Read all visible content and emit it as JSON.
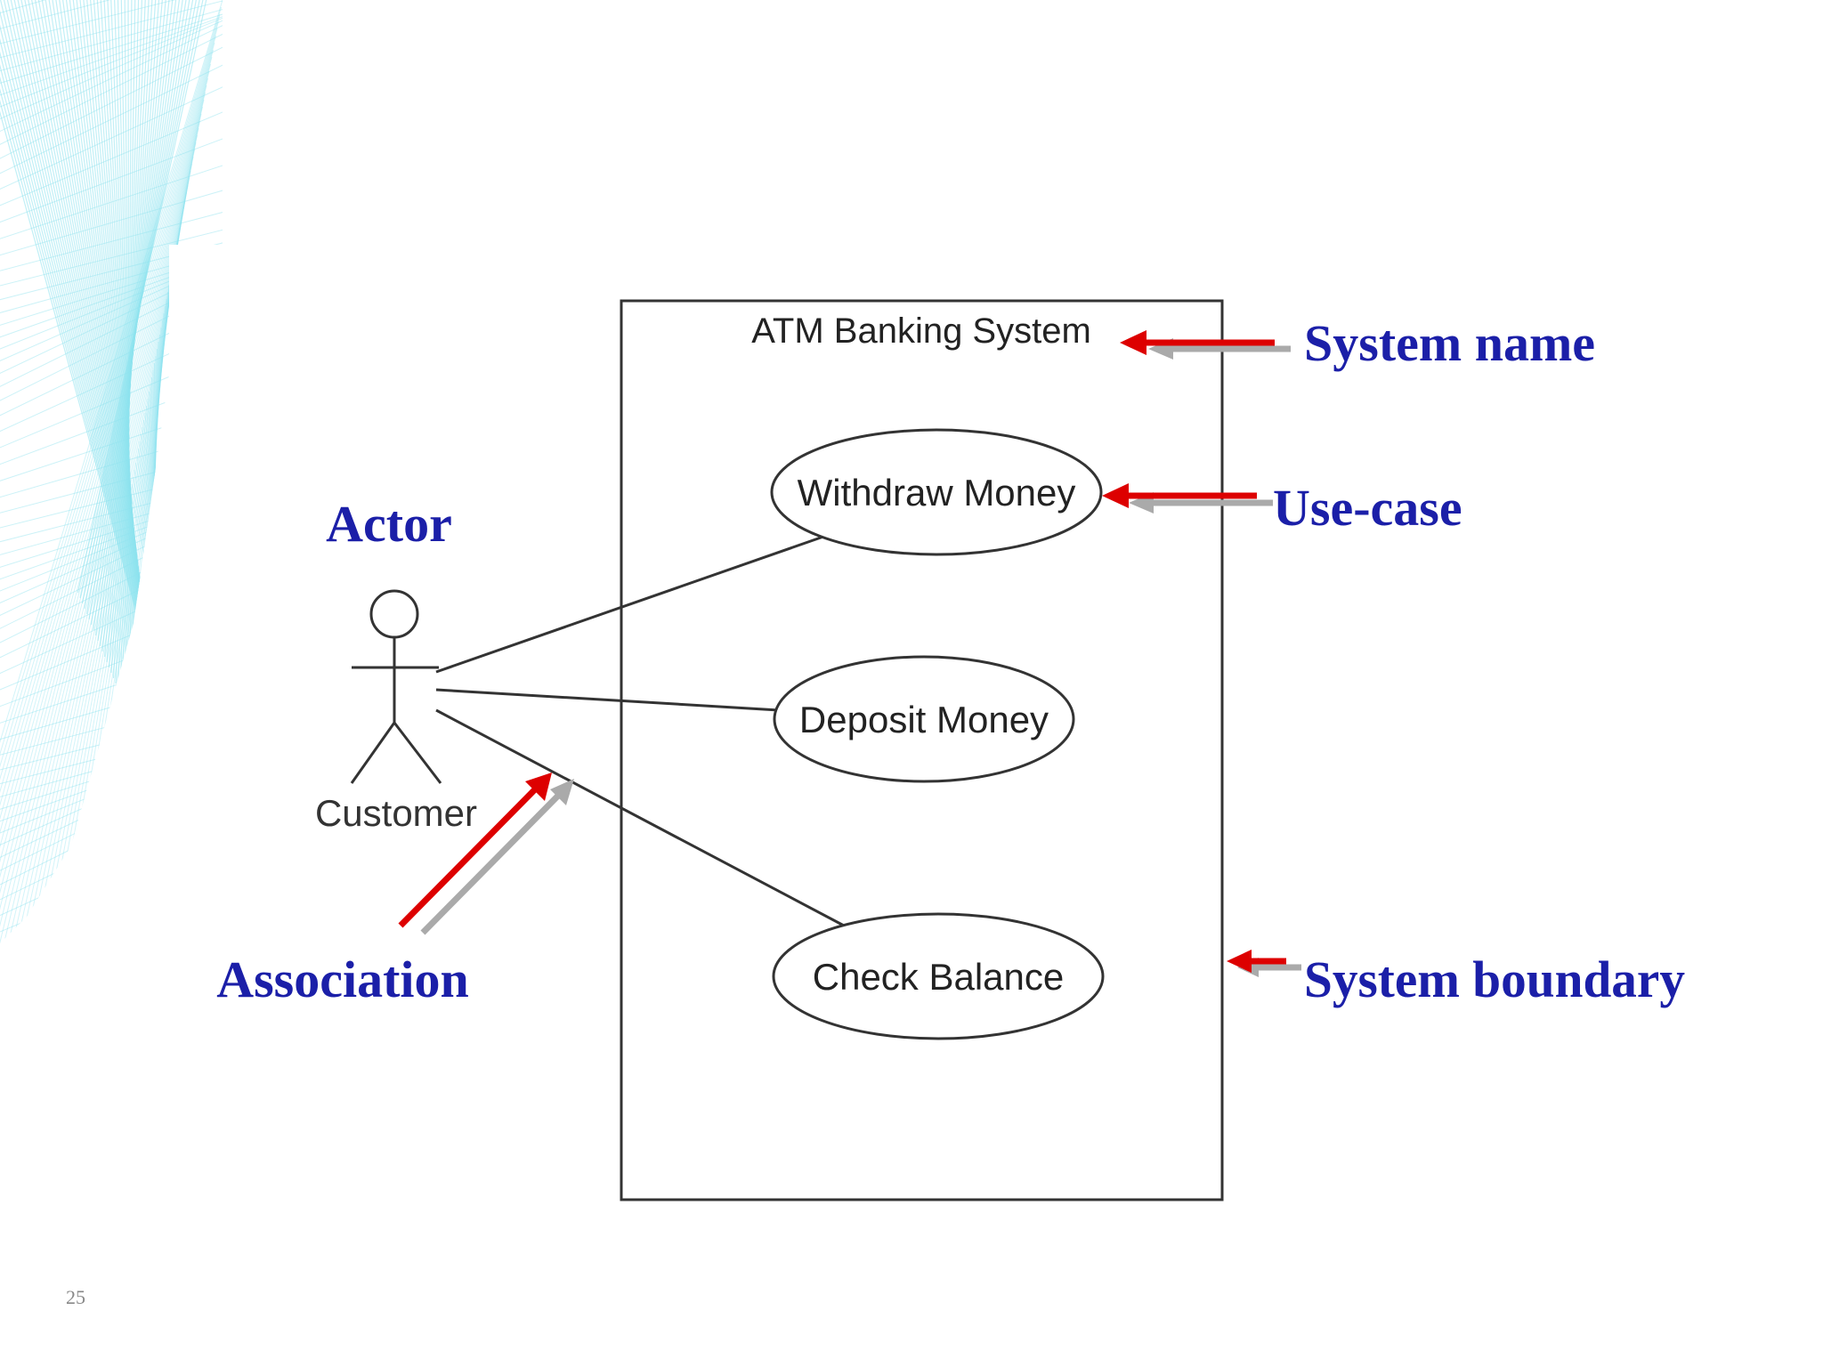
{
  "slide": {
    "page_number": "25"
  },
  "diagram": {
    "system_name": "ATM Banking System",
    "use_cases": [
      {
        "label": "Withdraw Money"
      },
      {
        "label": "Deposit Money"
      },
      {
        "label": "Check Balance"
      }
    ],
    "actor": {
      "name": "Customer"
    },
    "callouts": {
      "system_name": "System name",
      "use_case": "Use-case",
      "actor": "Actor",
      "association": "Association",
      "system_boundary": "System boundary"
    }
  },
  "colors": {
    "callout_text": "#1b1fa8",
    "arrow_red": "#dd0000",
    "arrow_shadow": "#aaaaaa",
    "line": "#333333",
    "pattern": "#8fe3ef"
  }
}
